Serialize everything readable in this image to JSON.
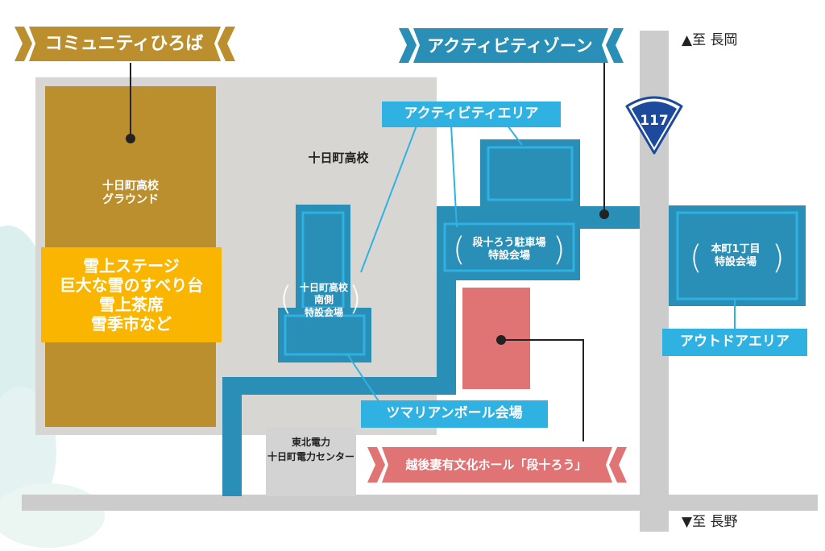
{
  "colors": {
    "gold": "#bb8f2e",
    "yellow": "#f9b500",
    "blue": "#2a8fb6",
    "cyan": "#2fb2e2",
    "pink": "#e07474",
    "campus_gray": "#d8d6d2",
    "road_gray": "#cccccc"
  },
  "banners": {
    "community": "コミュニティひろば",
    "activity_zone": "アクティビティゾーン",
    "hall": "越後妻有文化ホール「段十ろう」"
  },
  "areas": {
    "ground": "十日町高校\nグラウンド",
    "school": "十日町高校",
    "south_venue": "十日町高校\n南側\n特設会場",
    "parking_venue": "段十ろう駐車場\n特設会場",
    "honcho_venue": "本町1丁目\n特設会場",
    "tohoku": "東北電力\n十日町電力センター"
  },
  "callouts": {
    "activity_area": "アクティビティエリア",
    "outdoor_area": "アウトドアエリア",
    "tsumari": "ツマリアンボール会場"
  },
  "event_box": "雪上ステージ\n巨大な雪のすべり台\n雪上茶席\n雪季市など",
  "route": {
    "number": "117"
  },
  "directions": {
    "north": "▲至 長岡",
    "south": "▼至 長野"
  },
  "icons": [
    "route-shield-icon",
    "callout-dot-icon"
  ]
}
